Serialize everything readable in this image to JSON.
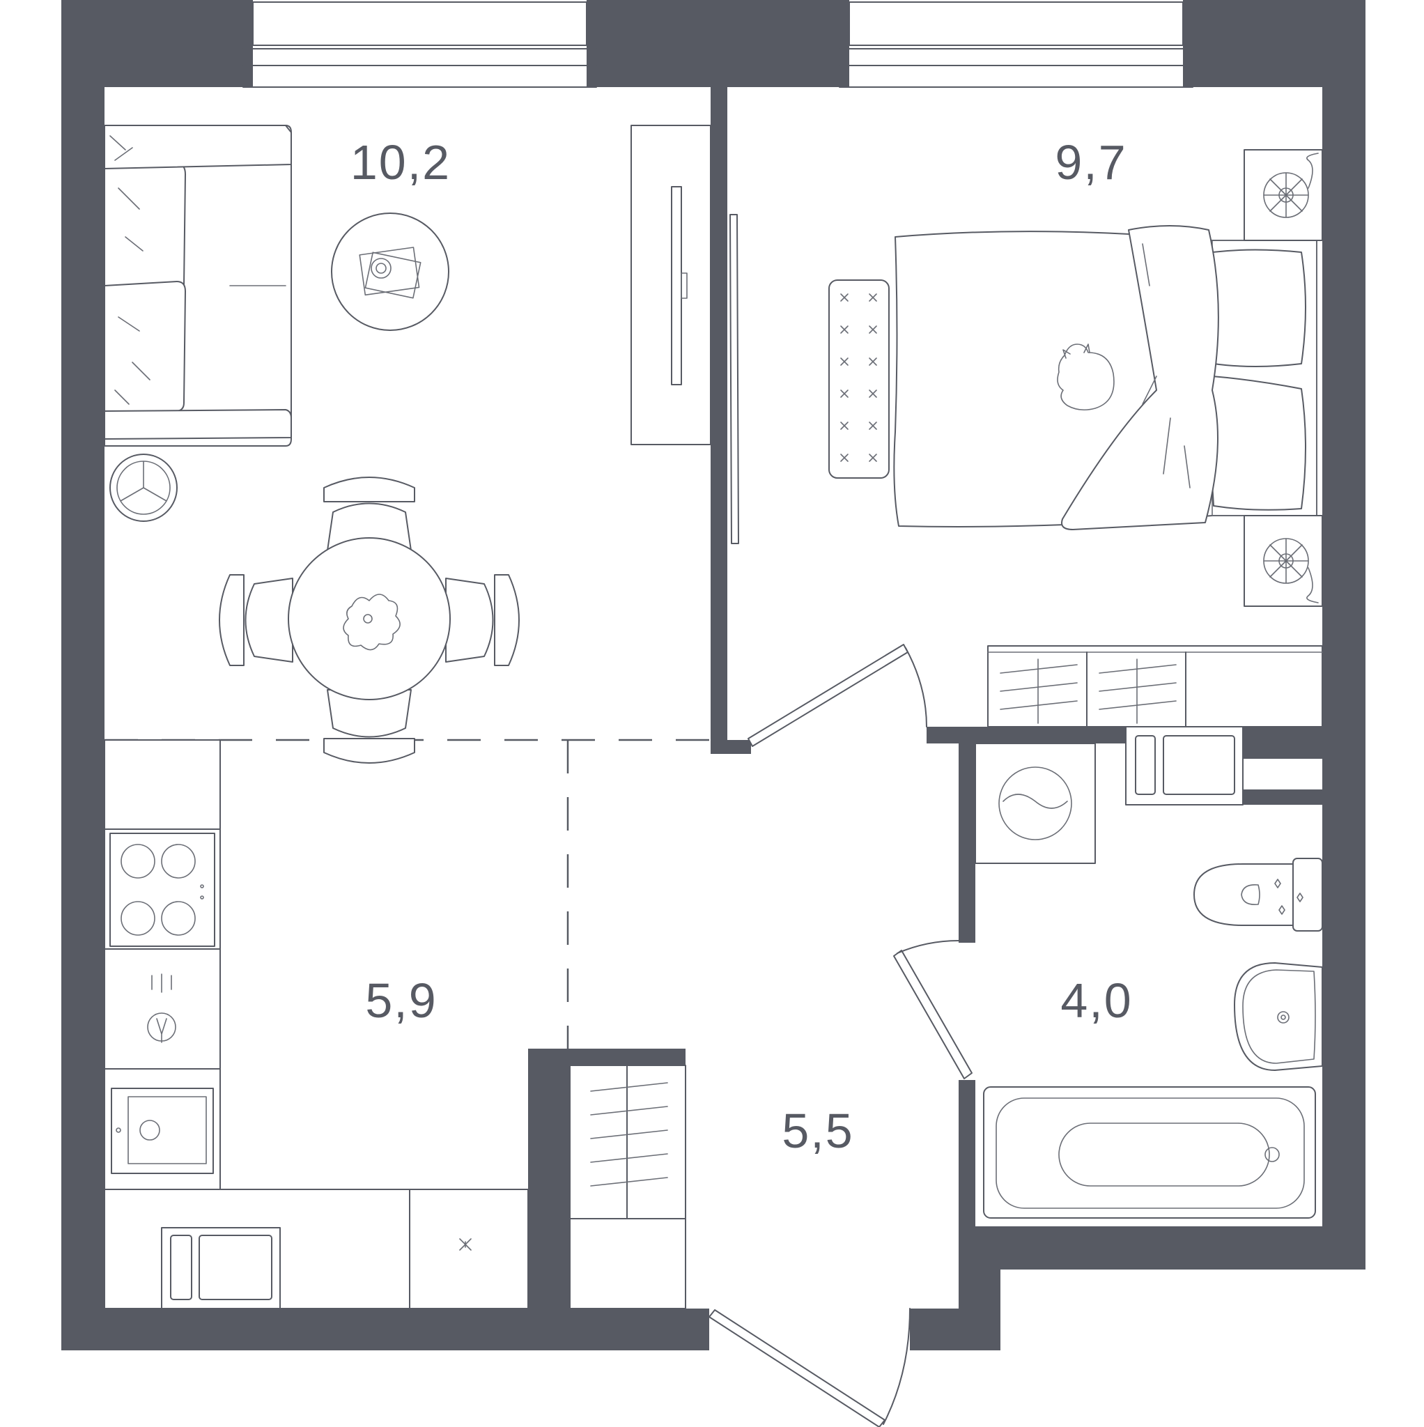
{
  "plan": {
    "wall_color": "#575a63",
    "line_color": "#575a63",
    "background": "#ffffff",
    "rooms": [
      {
        "id": "living-room",
        "area": "10,2"
      },
      {
        "id": "bedroom",
        "area": "9,7"
      },
      {
        "id": "kitchen",
        "area": "5,9"
      },
      {
        "id": "hallway",
        "area": "5,5"
      },
      {
        "id": "bathroom",
        "area": "4,0"
      }
    ]
  }
}
